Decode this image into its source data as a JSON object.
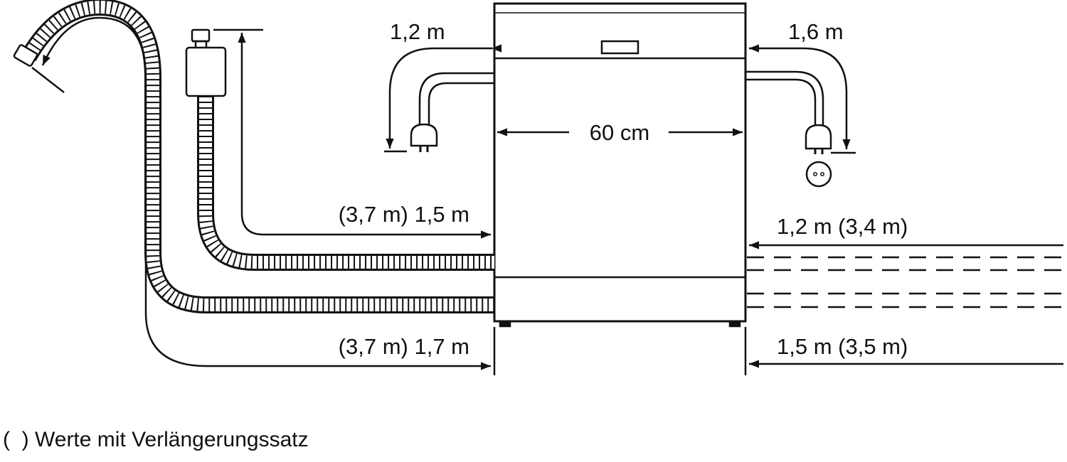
{
  "labels": {
    "power_left": "1,2 m",
    "power_right": "1,6 m",
    "width": "60 cm",
    "inlet_hose": "(3,7 m) 1,5 m",
    "drain_hose": "(3,7 m) 1,7 m",
    "right_upper": "1,2 m (3,4 m)",
    "right_lower": "1,5 m (3,5 m)"
  },
  "footnote": "(  ) Werte mit Verlängerungssatz",
  "colors": {
    "line": "#111111",
    "background": "#ffffff"
  }
}
